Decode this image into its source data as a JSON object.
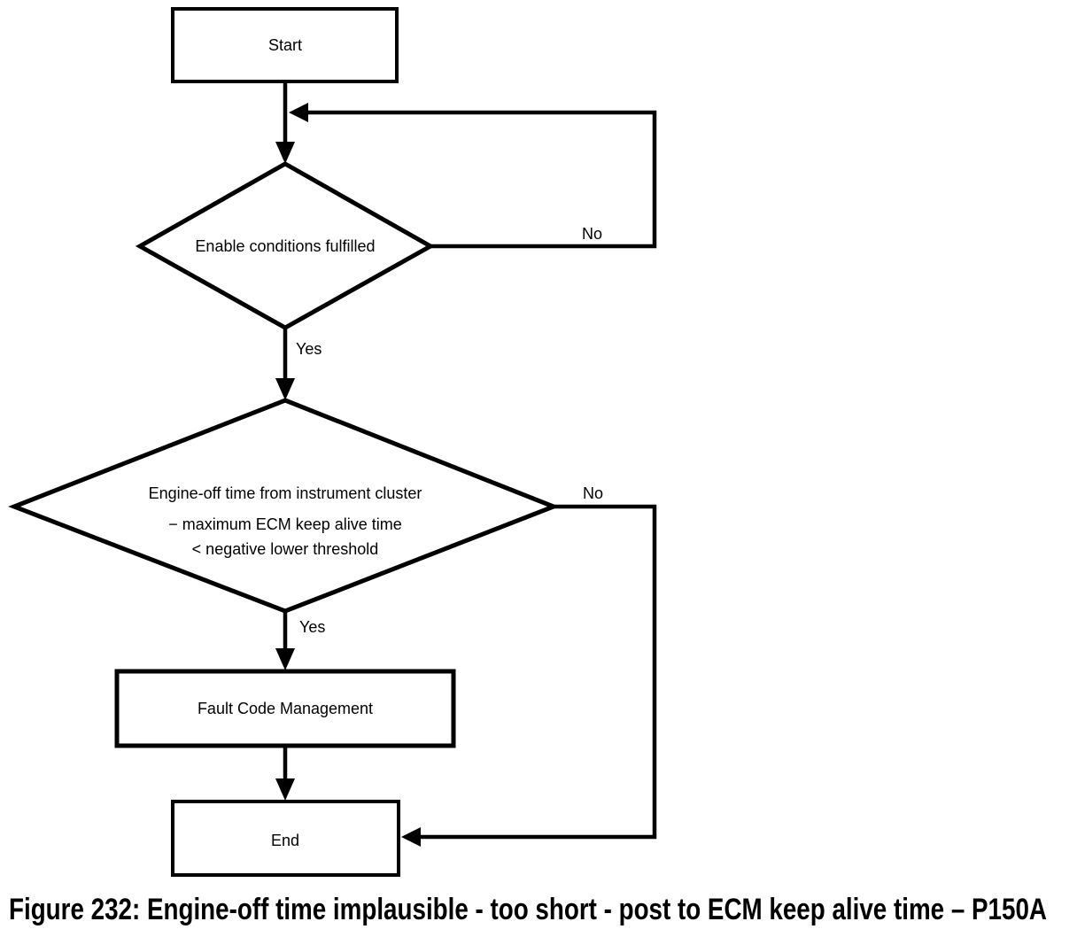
{
  "figure": {
    "caption": "Figure 232: Engine-off time implausible - too short - post to ECM keep alive time – P150A"
  },
  "flowchart": {
    "nodes": {
      "start": {
        "type": "terminator",
        "label": "Start"
      },
      "decision1": {
        "type": "decision",
        "label": "Enable conditions fulfilled"
      },
      "decision2": {
        "type": "decision",
        "lines": [
          "Engine-off time from instrument cluster",
          "− maximum ECM keep alive time",
          "< negative lower threshold"
        ]
      },
      "fault_code_management": {
        "type": "process",
        "label": "Fault Code Management"
      },
      "end": {
        "type": "terminator",
        "label": "End"
      }
    },
    "edges": {
      "decision1_no_label": "No",
      "decision1_yes_label": "Yes",
      "decision2_no_label": "No",
      "decision2_yes_label": "Yes"
    },
    "colors": {
      "line": "#000000",
      "background": "#ffffff"
    }
  }
}
